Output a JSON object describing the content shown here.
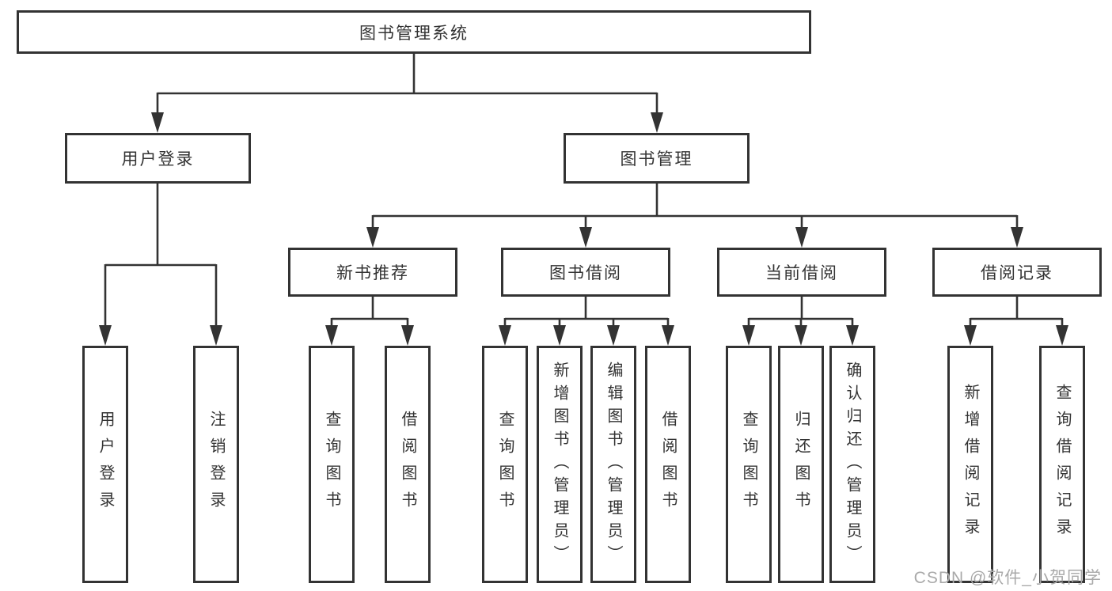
{
  "theme": {
    "line_color": "#333333",
    "box_border": "#333333",
    "text_color": "#333333",
    "watermark_color": "#a9a9a9",
    "bg": "#ffffff"
  },
  "nodes": {
    "root": "图书管理系统",
    "user_login": "用户登录",
    "book_mgmt": "图书管理",
    "new_book": "新书推荐",
    "book_borrow": "图书借阅",
    "current_borrow": "当前借阅",
    "borrow_record": "借阅记录",
    "leaf_user_login": "用户登录",
    "leaf_logout": "注销登录",
    "leaf_nb_query": "查询图书",
    "leaf_nb_borrow": "借阅图书",
    "leaf_bb_query": "查询图书",
    "leaf_bb_add": "新增图书（管理员）",
    "leaf_bb_edit": "编辑图书（管理员）",
    "leaf_bb_borrow": "借阅图书",
    "leaf_cb_query": "查询图书",
    "leaf_cb_return": "归还图书",
    "leaf_cb_confirm": "确认归还（管理员）",
    "leaf_br_add": "新增借阅记录",
    "leaf_br_query": "查询借阅记录"
  },
  "watermark": "CSDN @软件_小贺同学"
}
